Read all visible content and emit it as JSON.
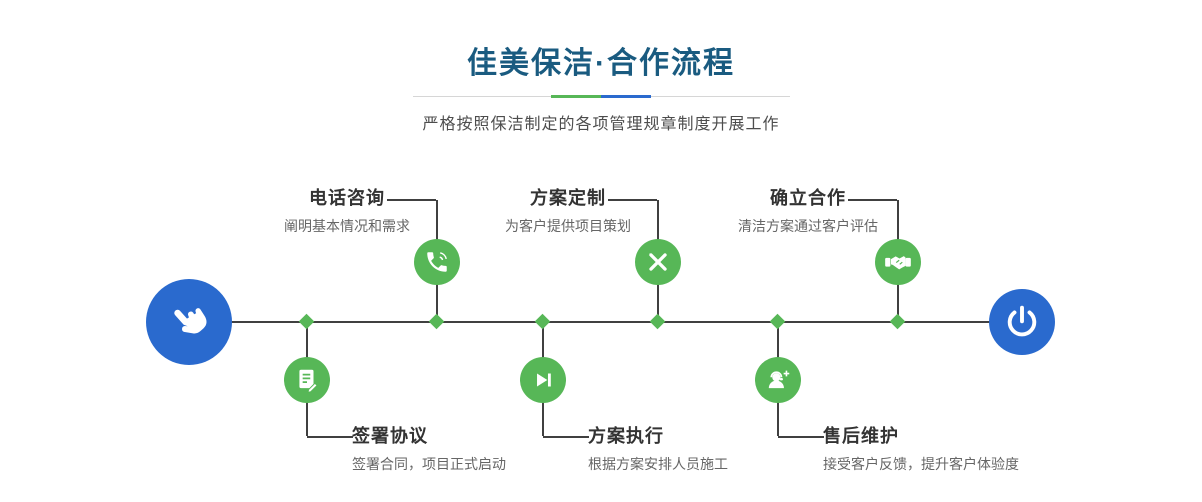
{
  "header": {
    "title": "佳美保洁·合作流程",
    "subtitle": "严格按照保洁制定的各项管理规章制度开展工作"
  },
  "colors": {
    "accent_green": "#57b757",
    "accent_blue": "#2a6ace",
    "title_color": "#1a5b80",
    "line_color": "#404040"
  },
  "timeline": {
    "start_icon": "hand-pointer-icon",
    "end_icon": "power-icon",
    "steps_top": [
      {
        "title": "电话咨询",
        "desc": "阐明基本情况和需求",
        "icon": "phone-icon"
      },
      {
        "title": "方案定制",
        "desc": "为客户提供项目策划",
        "icon": "design-pen-icon"
      },
      {
        "title": "确立合作",
        "desc": "清洁方案通过客户评估",
        "icon": "handshake-icon"
      }
    ],
    "steps_bottom": [
      {
        "title": "签署协议",
        "desc": "签署合同，项目正式启动",
        "icon": "contract-icon"
      },
      {
        "title": "方案执行",
        "desc": "根据方案安排人员施工",
        "icon": "play-icon"
      },
      {
        "title": "售后维护",
        "desc": "接受客户反馈，提升客户体验度",
        "icon": "headset-icon"
      }
    ]
  }
}
